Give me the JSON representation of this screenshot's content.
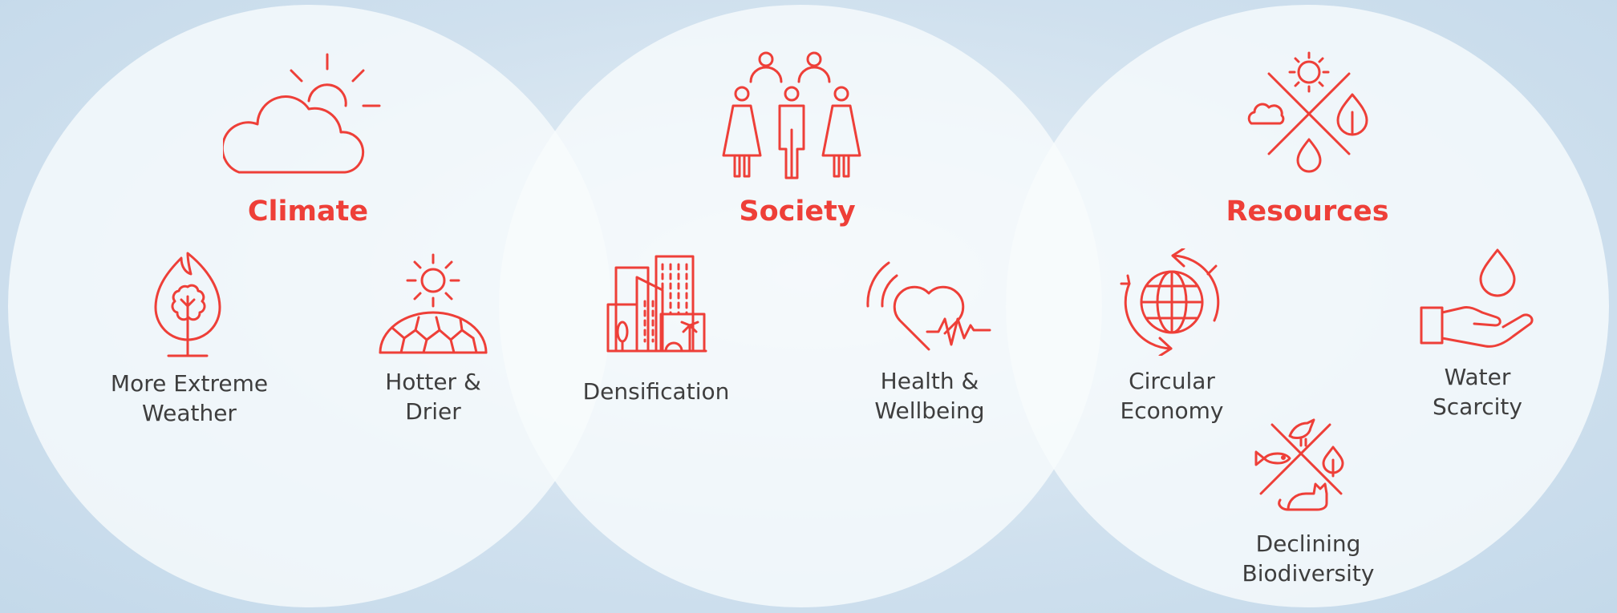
{
  "accent_color": "#ee3f38",
  "text_color": "#3e3e3e",
  "groups": [
    {
      "title": "Climate",
      "icon": "sun-cloud-icon",
      "items": [
        {
          "lines": [
            "More Extreme",
            "Weather"
          ],
          "icon": "tree-in-flame-icon"
        },
        {
          "lines": [
            "Hotter &",
            "Drier"
          ],
          "icon": "sun-over-cracked-earth-icon"
        }
      ]
    },
    {
      "title": "Society",
      "icon": "people-group-icon",
      "items": [
        {
          "lines": [
            "Densification"
          ],
          "icon": "city-buildings-icon"
        },
        {
          "lines": [
            "Health &",
            "Wellbeing"
          ],
          "icon": "heart-heartbeat-icon"
        }
      ]
    },
    {
      "title": "Resources",
      "icon": "cross-elements-icon",
      "items": [
        {
          "lines": [
            "Circular",
            "Economy"
          ],
          "icon": "globe-cycle-icon"
        },
        {
          "lines": [
            "Water",
            "Scarcity"
          ],
          "icon": "hand-water-drop-icon"
        },
        {
          "lines": [
            "Declining",
            "Biodiversity"
          ],
          "icon": "biodiversity-cross-icon"
        }
      ]
    }
  ]
}
